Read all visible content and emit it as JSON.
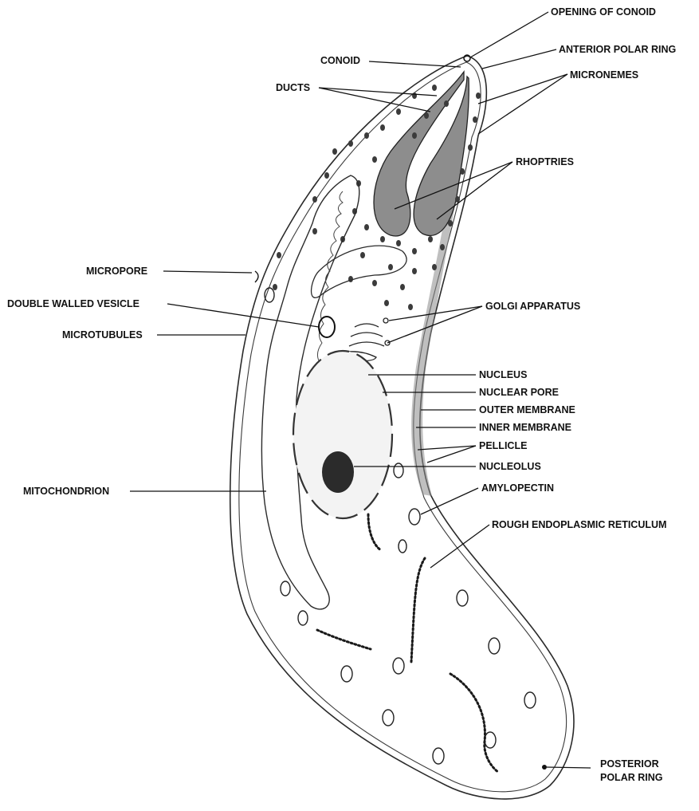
{
  "labels": {
    "opening_of_conoid": "OPENING OF CONOID",
    "anterior_polar_ring": "ANTERIOR POLAR RING",
    "conoid": "CONOID",
    "micronemes": "MICRONEMES",
    "ducts": "DUCTS",
    "rhoptries": "RHOPTRIES",
    "micropore": "MICROPORE",
    "double_walled_vesicle": "DOUBLE WALLED VESICLE",
    "golgi_apparatus": "GOLGI APPARATUS",
    "microtubules": "MICROTUBULES",
    "nucleus": "NUCLEUS",
    "nuclear_pore": "NUCLEAR PORE",
    "outer_membrane": "OUTER MEMBRANE",
    "inner_membrane": "INNER MEMBRANE",
    "pellicle": "PELLICLE",
    "nucleolus": "NUCLEOLUS",
    "mitochondrion": "MITOCHONDRION",
    "amylopectin": "AMYLOPECTIN",
    "rough_endoplasmic_reticulum": "ROUGH ENDOPLASMIC RETICULUM",
    "posterior_polar_ring_line1": "POSTERIOR",
    "posterior_polar_ring_line2": "POLAR RING"
  },
  "colors": {
    "ink": "#111111",
    "shading": "#7a7a7a",
    "nucleolus": "#2b2b2b",
    "background": "#ffffff"
  }
}
